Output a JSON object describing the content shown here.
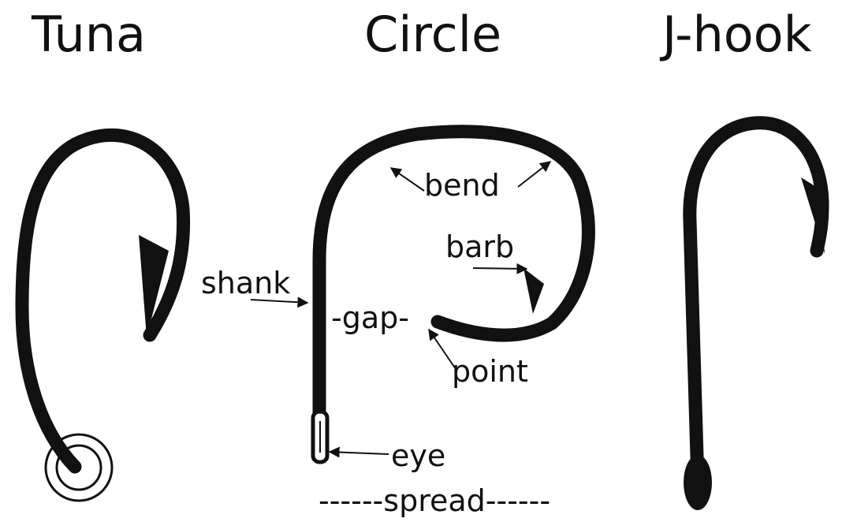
{
  "titles": {
    "tuna": "Tuna",
    "circle": "Circle",
    "jhook": "J-hook"
  },
  "labels": {
    "bend": "bend",
    "barb": "barb",
    "shank": "shank",
    "gap": "-gap-",
    "point": "point",
    "eye": "eye",
    "spread": "------spread------"
  },
  "colors": {
    "ink": "#111111",
    "background": "#ffffff"
  }
}
